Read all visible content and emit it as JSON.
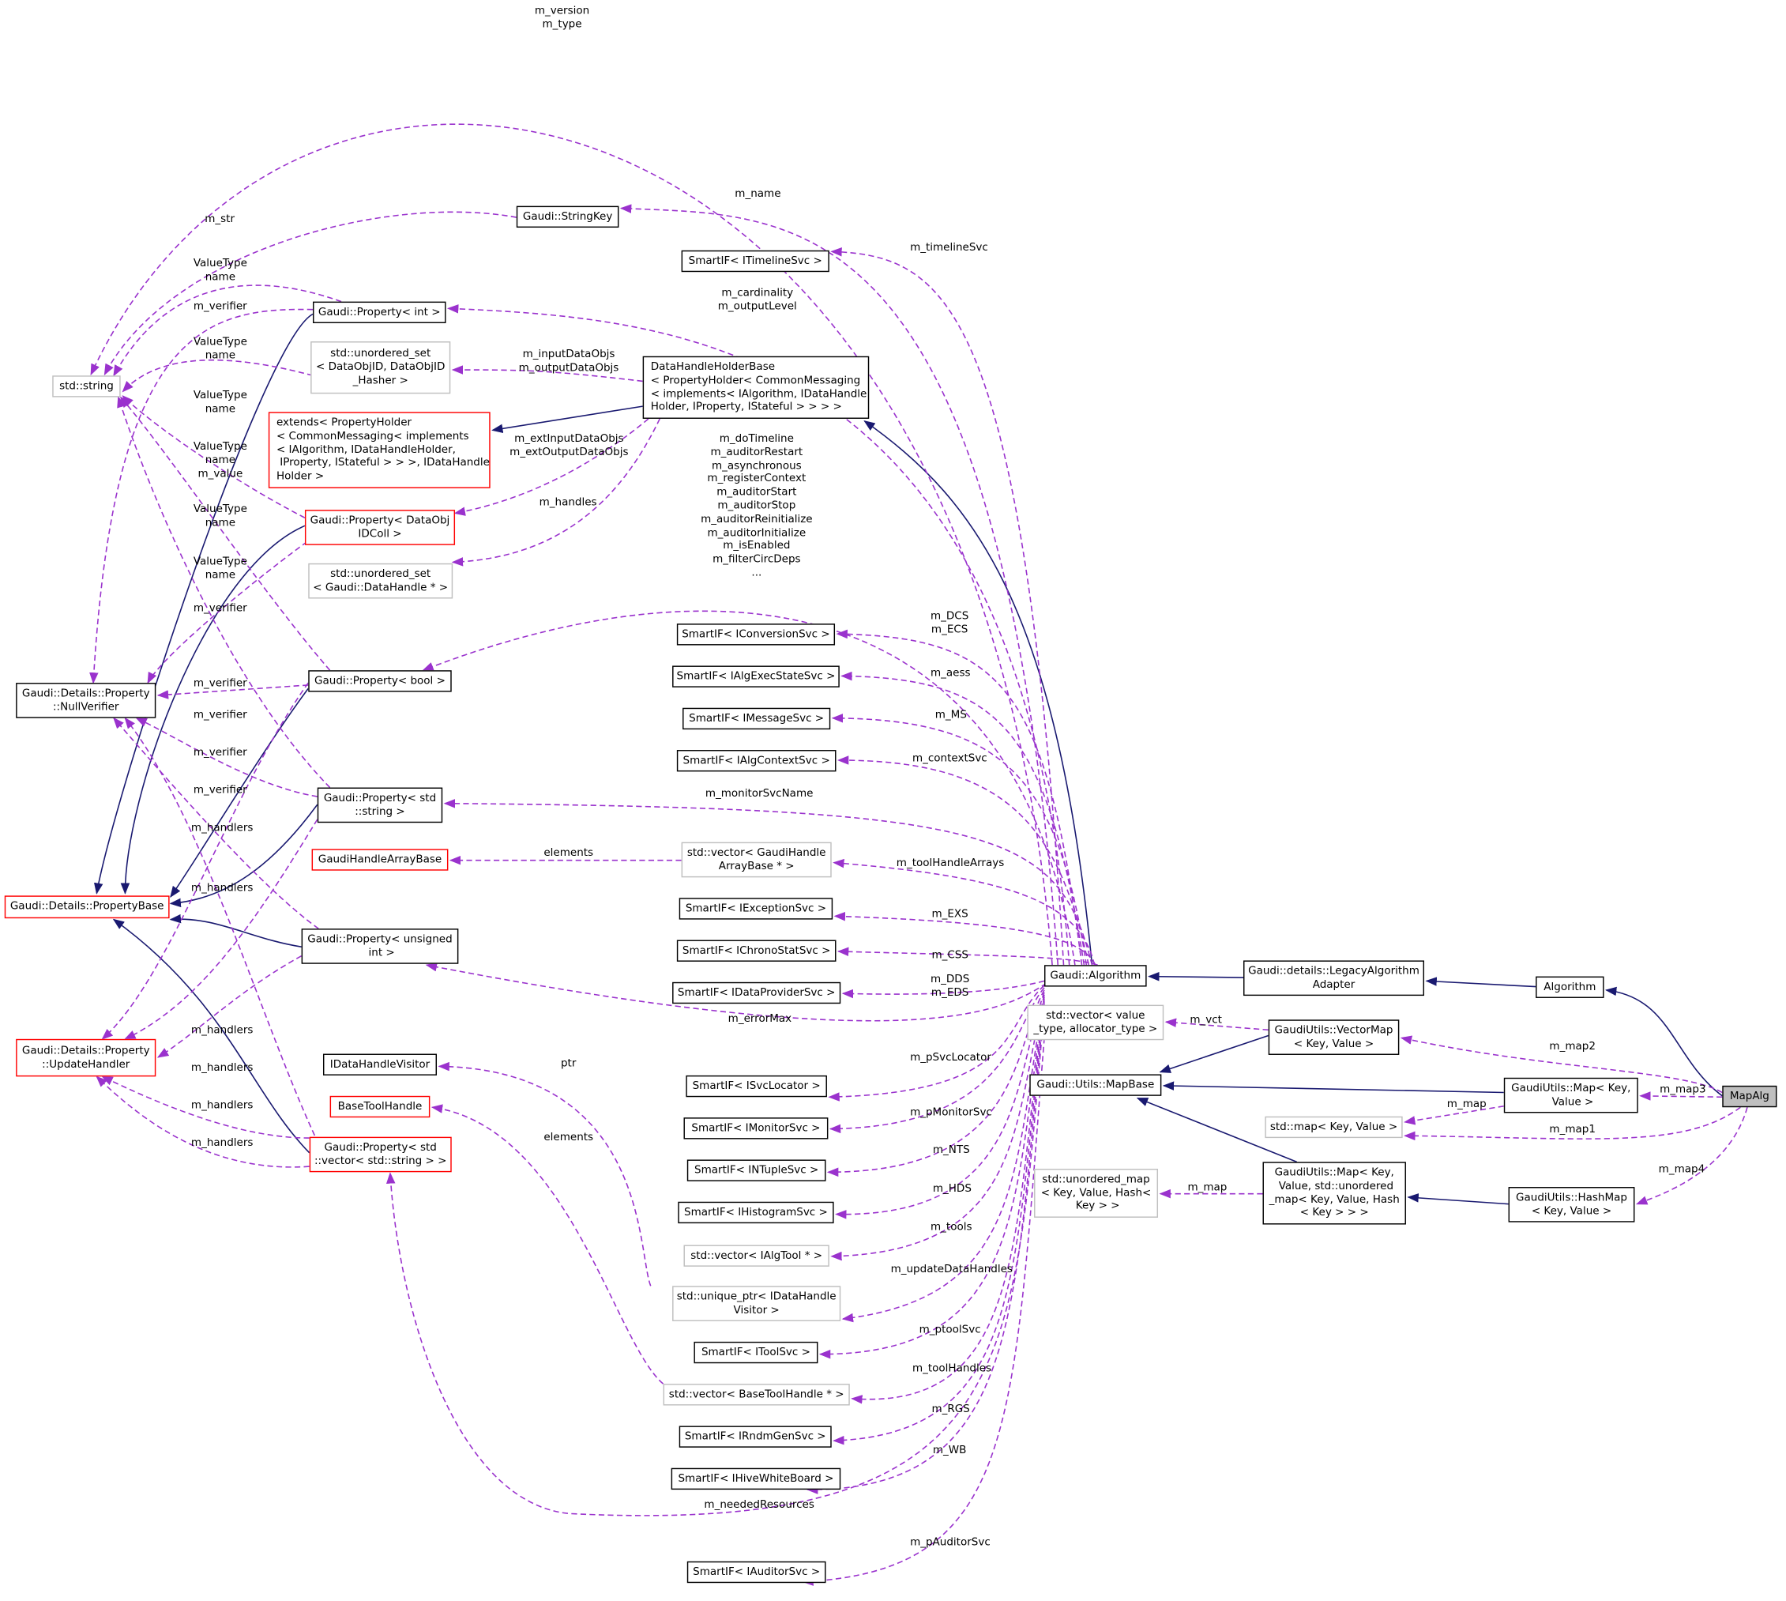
{
  "colors": {
    "inherit": "#191970",
    "member": "#9a32cd",
    "node_border": "#000000",
    "node_border_incomplete": "#ff0000",
    "node_border_external": "#bfbfbf",
    "selected_fill": "#bfbfbf"
  },
  "nodes": {
    "std_string": "std::string",
    "nullverifier": "Gaudi::Details::Property\n::NullVerifier",
    "propertybase": "Gaudi::Details::PropertyBase",
    "updatehandler": "Gaudi::Details::Property\n::UpdateHandler",
    "stringkey": "Gaudi::StringKey",
    "prop_int": "Gaudi::Property< int >",
    "unordered_set_dataobjid": "std::unordered_set\n< DataObjID, DataObjID\n_Hasher >",
    "extends": "extends< PropertyHolder\n< CommonMessaging< implements\n< IAlgorithm, IDataHandleHolder,\n IProperty, IStateful > > >, IDataHandle\nHolder >",
    "prop_dataobjidcoll": "Gaudi::Property< DataObj\nIDColl >",
    "unordered_set_datahandle": "std::unordered_set\n< Gaudi::DataHandle * >",
    "prop_bool": "Gaudi::Property< bool >",
    "prop_stdstring": "Gaudi::Property< std\n::string >",
    "gaudihandlearraybase": "GaudiHandleArrayBase",
    "prop_unsigned": "Gaudi::Property< unsigned\n int >",
    "idatahandlevisitor": "IDataHandleVisitor",
    "basetoolhandle": "BaseToolHandle",
    "prop_vector_string": "Gaudi::Property< std\n::vector< std::string > >",
    "smartif_timeline": "SmartIF< ITimelineSvc >",
    "datahandleholderbase": "DataHandleHolderBase\n< PropertyHolder< CommonMessaging\n< implements< IAlgorithm, IDataHandle\nHolder, IProperty, IStateful > > > >",
    "smartif_conversion": "SmartIF< IConversionSvc >",
    "smartif_algexecstate": "SmartIF< IAlgExecStateSvc >",
    "smartif_message": "SmartIF< IMessageSvc >",
    "smartif_algcontext": "SmartIF< IAlgContextSvc >",
    "vector_gaudihandlearraybase": "std::vector< GaudiHandle\nArrayBase * >",
    "smartif_exception": "SmartIF< IExceptionSvc >",
    "smartif_chronostat": "SmartIF< IChronoStatSvc >",
    "smartif_dataprovider": "SmartIF< IDataProviderSvc >",
    "smartif_svclocator": "SmartIF< ISvcLocator >",
    "smartif_monitor": "SmartIF< IMonitorSvc >",
    "smartif_ntuple": "SmartIF< INTupleSvc >",
    "smartif_histogram": "SmartIF< IHistogramSvc >",
    "vector_ialgtool": "std::vector< IAlgTool * >",
    "unique_ptr_visitor": "std::unique_ptr< IDataHandle\nVisitor >",
    "smartif_toolsvc": "SmartIF< IToolSvc >",
    "vector_basetoolhandle": "std::vector< BaseToolHandle * >",
    "smartif_rndmgen": "SmartIF< IRndmGenSvc >",
    "smartif_hivewhiteboard": "SmartIF< IHiveWhiteBoard >",
    "smartif_auditor": "SmartIF< IAuditorSvc >",
    "gaudi_algorithm": "Gaudi::Algorithm",
    "vector_value": "std::vector< value\n_type, allocator_type >",
    "mapbase": "Gaudi::Utils::MapBase",
    "unordered_map": "std::unordered_map\n< Key, Value, Hash<\n Key > >",
    "legacy_adapter": "Gaudi::details::LegacyAlgorithm\nAdapter",
    "vectormap": "GaudiUtils::VectorMap\n< Key, Value >",
    "std_map": "std::map< Key, Value >",
    "gaudiutils_map_unordered": "GaudiUtils::Map< Key,\n Value, std::unordered\n_map< Key, Value, Hash\n< Key > > >",
    "algorithm": "Algorithm",
    "gaudiutils_map": "GaudiUtils::Map< Key,\n Value >",
    "hashmap": "GaudiUtils::HashMap\n< Key, Value >",
    "mapalg": "MapAlg"
  },
  "labels": {
    "version_type": "m_version\nm_type",
    "str": "m_str",
    "name": "m_name",
    "timelinesvc": "m_timelineSvc",
    "vt1": "ValueType\nname",
    "verifier1": "m_verifier",
    "card": "m_cardinality\nm_outputLevel",
    "vt2": "ValueType\nname",
    "inputdata": "m_inputDataObjs\nm_outputDataObjs",
    "vt3": "ValueType\nname",
    "extinput": "m_extInputDataObjs\nm_extOutputDataObjs",
    "vt4": "ValueType\nname\nm_value",
    "handles": "m_handles",
    "dotimeline": "m_doTimeline\nm_auditorRestart\nm_asynchronous\nm_registerContext\nm_auditorStart\nm_auditorStop\nm_auditorReinitialize\nm_auditorInitialize\nm_isEnabled\nm_filterCircDeps\n...",
    "vt5": "ValueType\nname",
    "vt6": "ValueType\nname",
    "verifier2": "m_verifier",
    "dcs": "m_DCS\nm_ECS",
    "aess": "m_aess",
    "verifier3": "m_verifier",
    "verifier4": "m_verifier",
    "ms": "m_MS",
    "verifier5": "m_verifier",
    "verifier6": "m_verifier",
    "contextsvc": "m_contextSvc",
    "monitorsvcname": "m_monitorSvcName",
    "handlers1": "m_handlers",
    "elements1": "elements",
    "toolhandlearrays": "m_toolHandleArrays",
    "handlers2": "m_handlers",
    "exs": "m_EXS",
    "css": "m_CSS",
    "dds": "m_DDS\nm_EDS",
    "errormax": "m_errorMax",
    "vct": "m_vct",
    "map2": "m_map2",
    "handlers3": "m_handlers",
    "ptr": "ptr",
    "psvclocator": "m_pSvcLocator",
    "handlers4": "m_handlers",
    "map3": "m_map3",
    "map_a": "m_map",
    "handlers5": "m_handlers",
    "elements2": "elements",
    "pmonitorsvc": "m_pMonitorSvc",
    "map1": "m_map1",
    "handlers6": "m_handlers",
    "nts": "m_NTS",
    "map_b": "m_map",
    "map4": "m_map4",
    "hds": "m_HDS",
    "tools": "m_tools",
    "updatedatahandles": "m_updateDataHandles",
    "ptoolsvc": "m_ptoolSvc",
    "toolhandles": "m_toolHandles",
    "rgs": "m_RGS",
    "wb": "m_WB",
    "neededresources": "m_neededResources",
    "pauditorsvc": "m_pAuditorSvc"
  }
}
